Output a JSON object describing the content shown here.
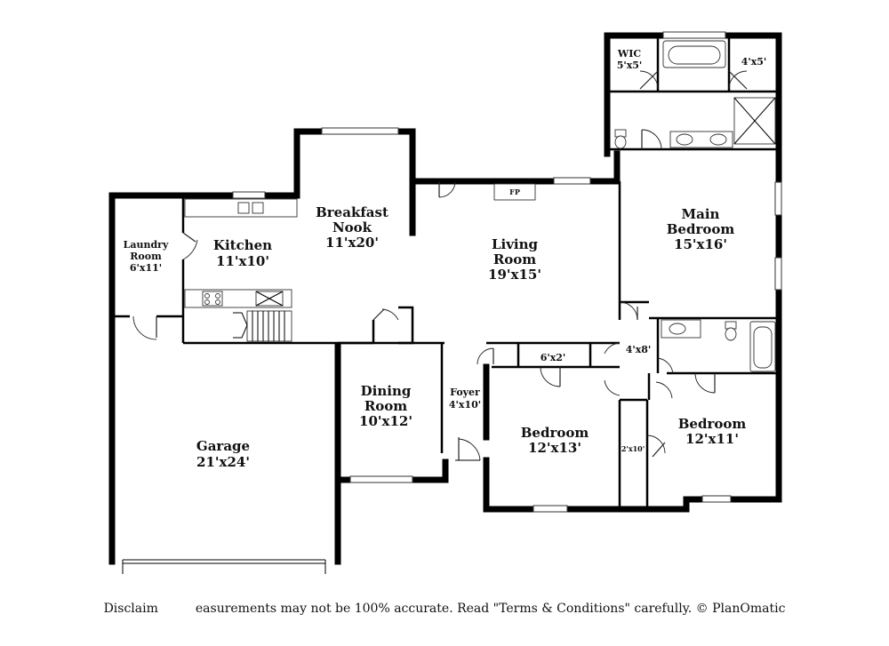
{
  "rooms": {
    "laundry": {
      "name_line1": "Laundry",
      "name_line2": "Room",
      "size": "6'x11'"
    },
    "kitchen": {
      "name": "Kitchen",
      "size": "11'x10'"
    },
    "breakfast": {
      "name_line1": "Breakfast",
      "name_line2": "Nook",
      "size": "11'x20'"
    },
    "living": {
      "name_line1": "Living",
      "name_line2": "Room",
      "size": "19'x15'"
    },
    "main_bedroom": {
      "name_line1": "Main",
      "name_line2": "Bedroom",
      "size": "15'x16'"
    },
    "wic": {
      "name": "WIC",
      "size": "5'x5'"
    },
    "closet_4x5": {
      "size": "4'x5'"
    },
    "fireplace": {
      "label": "FP"
    },
    "garage": {
      "name": "Garage",
      "size": "21'x24'"
    },
    "dining": {
      "name_line1": "Dining",
      "name_line2": "Room",
      "size": "10'x12'"
    },
    "foyer": {
      "name": "Foyer",
      "size": "4'x10'"
    },
    "closet_6x2": {
      "size": "6'x2'"
    },
    "hall_4x8": {
      "size": "4'x8'"
    },
    "bedroom_a": {
      "name": "Bedroom",
      "size": "12'x13'"
    },
    "bedroom_b": {
      "name": "Bedroom",
      "size": "12'x11'"
    },
    "closet_2x10": {
      "size": "2'x10'"
    }
  },
  "disclaimer": {
    "part1": "Disclaim",
    "part2": "easurements may not be 100% accurate. Read \"Terms & Conditions\" carefully. © PlanOmatic"
  }
}
